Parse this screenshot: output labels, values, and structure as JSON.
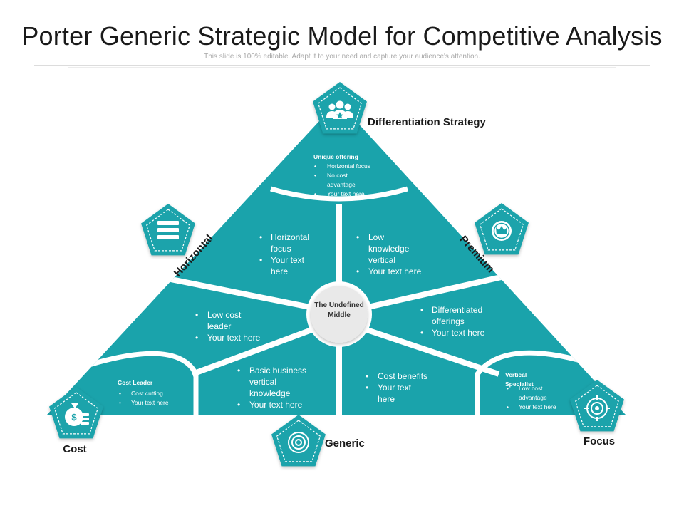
{
  "header": {
    "title": "Porter Generic Strategic Model for Competitive Analysis",
    "subtitle": "This slide is 100% editable. Adapt it to your need and capture your audience's attention."
  },
  "colors": {
    "primary": "#1aa3ab",
    "center_fill": "#e9e9e9",
    "label_text": "#1a1a1a"
  },
  "labels": {
    "differentiation": "Differentiation Strategy",
    "horizontal": "Horizontal",
    "premium": "Premium",
    "cost": "Cost",
    "generic": "Generic",
    "focus": "Focus"
  },
  "icons": {
    "differentiation": "team-star-icon",
    "horizontal": "stacked-list-icon",
    "premium": "crown-badge-icon",
    "cost": "money-bag-icon",
    "generic": "target-ring-icon",
    "focus": "crosshair-icon"
  },
  "center": {
    "line1": "The Undefined",
    "line2": "Middle"
  },
  "segments": {
    "top": {
      "heading": "Unique offering",
      "b1": "Horizontal focus",
      "b2a": "No cost",
      "b2b": "advantage",
      "b3": "Your text here"
    },
    "upper_left": {
      "b1a": "Horizontal",
      "b1b": "focus",
      "b2a": "Your text",
      "b2b": "here"
    },
    "upper_right": {
      "b1a": "Low",
      "b1b": "knowledge",
      "b1c": "vertical",
      "b2": "Your text here"
    },
    "mid_left": {
      "b1a": "Low cost",
      "b1b": "leader",
      "b2": "Your text here"
    },
    "mid_right": {
      "b1a": "Differentiated",
      "b1b": "offerings",
      "b2": "Your text here"
    },
    "lower_left": {
      "b1a": "Basic business",
      "b1b": "vertical",
      "b1c": "knowledge",
      "b2": "Your text here"
    },
    "lower_right": {
      "b1": "Cost benefits",
      "b2a": "Your text",
      "b2b": "here"
    },
    "corner_left": {
      "heading": "Cost Leader",
      "b1": "Cost cutting",
      "b2": "Your text here"
    },
    "corner_right": {
      "heading1": "Vertical",
      "heading2": "Specialist",
      "b1a": "Low cost",
      "b1b": "advantage",
      "b2": "Your text here"
    }
  }
}
